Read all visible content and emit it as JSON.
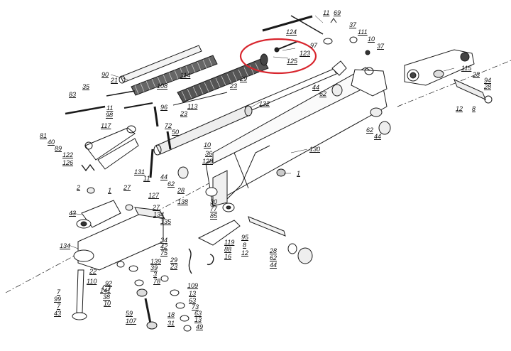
{
  "diagram": {
    "highlight_color": "#d8262e",
    "labels": [
      {
        "id": "l11a",
        "text": "11"
      },
      {
        "id": "l69",
        "text": "69"
      },
      {
        "id": "l124",
        "text": "124"
      },
      {
        "id": "l37a",
        "text": "37"
      },
      {
        "id": "l111",
        "text": "111"
      },
      {
        "id": "l10a",
        "text": "10"
      },
      {
        "id": "l97",
        "text": "97"
      },
      {
        "id": "l37b",
        "text": "37"
      },
      {
        "id": "l123",
        "text": "123"
      },
      {
        "id": "l125",
        "text": "125"
      },
      {
        "id": "l90",
        "text": "90"
      },
      {
        "id": "l114",
        "text": "114"
      },
      {
        "id": "l21",
        "text": "21"
      },
      {
        "id": "l35",
        "text": "35"
      },
      {
        "id": "l108",
        "text": "108"
      },
      {
        "id": "l29a",
        "text": "29"
      },
      {
        "id": "l23a",
        "text": "23"
      },
      {
        "id": "l83",
        "text": "83"
      },
      {
        "id": "l115",
        "text": "115"
      },
      {
        "id": "l28a",
        "text": "28"
      },
      {
        "id": "l94",
        "text": "94"
      },
      {
        "id": "l28b",
        "text": "28"
      },
      {
        "id": "l44a",
        "text": "44"
      },
      {
        "id": "l62a",
        "text": "62"
      },
      {
        "id": "l12a",
        "text": "12"
      },
      {
        "id": "l8a",
        "text": "8"
      },
      {
        "id": "l11b",
        "text": "11"
      },
      {
        "id": "l96",
        "text": "96"
      },
      {
        "id": "l132",
        "text": "132"
      },
      {
        "id": "l113",
        "text": "113"
      },
      {
        "id": "l98",
        "text": "98"
      },
      {
        "id": "l23b",
        "text": "23"
      },
      {
        "id": "l72",
        "text": "72"
      },
      {
        "id": "l117",
        "text": "117"
      },
      {
        "id": "l50",
        "text": "50"
      },
      {
        "id": "l81",
        "text": "81"
      },
      {
        "id": "l40",
        "text": "40"
      },
      {
        "id": "l89",
        "text": "89"
      },
      {
        "id": "l62b",
        "text": "62"
      },
      {
        "id": "l44b",
        "text": "44"
      },
      {
        "id": "l10b",
        "text": "10"
      },
      {
        "id": "l36",
        "text": "36"
      },
      {
        "id": "l128",
        "text": "128"
      },
      {
        "id": "l130",
        "text": "130"
      },
      {
        "id": "l122",
        "text": "122"
      },
      {
        "id": "l126",
        "text": "126"
      },
      {
        "id": "l131",
        "text": "131"
      },
      {
        "id": "l11c",
        "text": "11"
      },
      {
        "id": "l44c",
        "text": "44"
      },
      {
        "id": "l62c",
        "text": "62"
      },
      {
        "id": "l1a",
        "text": "1"
      },
      {
        "id": "l2",
        "text": "2"
      },
      {
        "id": "l1b",
        "text": "1"
      },
      {
        "id": "l27a",
        "text": "27"
      },
      {
        "id": "l28c",
        "text": "28"
      },
      {
        "id": "l127",
        "text": "127"
      },
      {
        "id": "l138",
        "text": "138"
      },
      {
        "id": "l30",
        "text": "30"
      },
      {
        "id": "l77",
        "text": "77"
      },
      {
        "id": "l85",
        "text": "85"
      },
      {
        "id": "l43a",
        "text": "43"
      },
      {
        "id": "l27b",
        "text": "27"
      },
      {
        "id": "l134a",
        "text": "134"
      },
      {
        "id": "l135",
        "text": "135"
      },
      {
        "id": "l95",
        "text": "95"
      },
      {
        "id": "l8b",
        "text": "8"
      },
      {
        "id": "l34",
        "text": "34"
      },
      {
        "id": "l42",
        "text": "42"
      },
      {
        "id": "l75",
        "text": "75"
      },
      {
        "id": "l119",
        "text": "119"
      },
      {
        "id": "l88",
        "text": "88"
      },
      {
        "id": "l16",
        "text": "16"
      },
      {
        "id": "l12b",
        "text": "12"
      },
      {
        "id": "l28d",
        "text": "28"
      },
      {
        "id": "l62d",
        "text": "62"
      },
      {
        "id": "l44d",
        "text": "44"
      },
      {
        "id": "l134b",
        "text": "134"
      },
      {
        "id": "l139",
        "text": "139"
      },
      {
        "id": "l29b",
        "text": "29"
      },
      {
        "id": "l39",
        "text": "39"
      },
      {
        "id": "l23c",
        "text": "23"
      },
      {
        "id": "l3",
        "text": "3"
      },
      {
        "id": "l78",
        "text": "78"
      },
      {
        "id": "l22",
        "text": "22"
      },
      {
        "id": "l110",
        "text": "110"
      },
      {
        "id": "l92",
        "text": "92"
      },
      {
        "id": "l141",
        "text": "141"
      },
      {
        "id": "l38",
        "text": "38"
      },
      {
        "id": "l10c",
        "text": "10"
      },
      {
        "id": "l109",
        "text": "109"
      },
      {
        "id": "l13a",
        "text": "13"
      },
      {
        "id": "l63a",
        "text": "63"
      },
      {
        "id": "l73",
        "text": "73"
      },
      {
        "id": "l63b",
        "text": "63"
      },
      {
        "id": "l13b",
        "text": "13"
      },
      {
        "id": "l49",
        "text": "49"
      },
      {
        "id": "l7a",
        "text": "7"
      },
      {
        "id": "l99",
        "text": "99"
      },
      {
        "id": "l7b",
        "text": "7"
      },
      {
        "id": "l43b",
        "text": "43"
      },
      {
        "id": "l59",
        "text": "59"
      },
      {
        "id": "l107",
        "text": "107"
      },
      {
        "id": "l18",
        "text": "18"
      },
      {
        "id": "l31",
        "text": "31"
      }
    ]
  }
}
